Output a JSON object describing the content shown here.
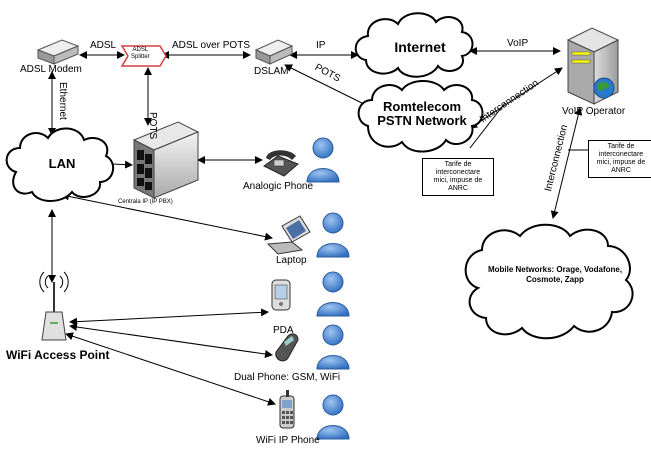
{
  "nodes": {
    "adsl_modem": "ADSL Modem",
    "adsl_splitter": "ADSL\nSplitter",
    "dslam": "DSLAM",
    "internet": "Internet",
    "pstn": "Romtelecom\nPSTN Network",
    "lan": "LAN",
    "pbx": "Centrala IP (IP PBX)",
    "analog_phone": "Analogic Phone",
    "laptop": "Laptop",
    "pda": "PDA",
    "dual_phone": "Dual Phone: GSM, WiFi",
    "wifi_phone": "WiFi IP Phone",
    "wifi_ap": "WiFi Access Point",
    "voip_operator": "VoIP Operator",
    "mobile": "Mobile Networks: Orage, Vodafone,\nCosmote, Zapp"
  },
  "edges": {
    "adsl": "ADSL",
    "adsl_over_pots": "ADSL over POTS",
    "ip": "IP",
    "pots_dslam": "POTS",
    "pots_pbx": "POTS",
    "ethernet": "Ethernet",
    "voip": "VoIP",
    "interconnection_pstn": "Interconnection",
    "interconnection_mobile": "Interconnection"
  },
  "notes": {
    "pstn_rates": "Tarife de\ninterconectare\nmici, impuse de\nANRC",
    "mobile_rates": "Tarife de\ninterconectare\nmici, impuse de\nANRC"
  }
}
